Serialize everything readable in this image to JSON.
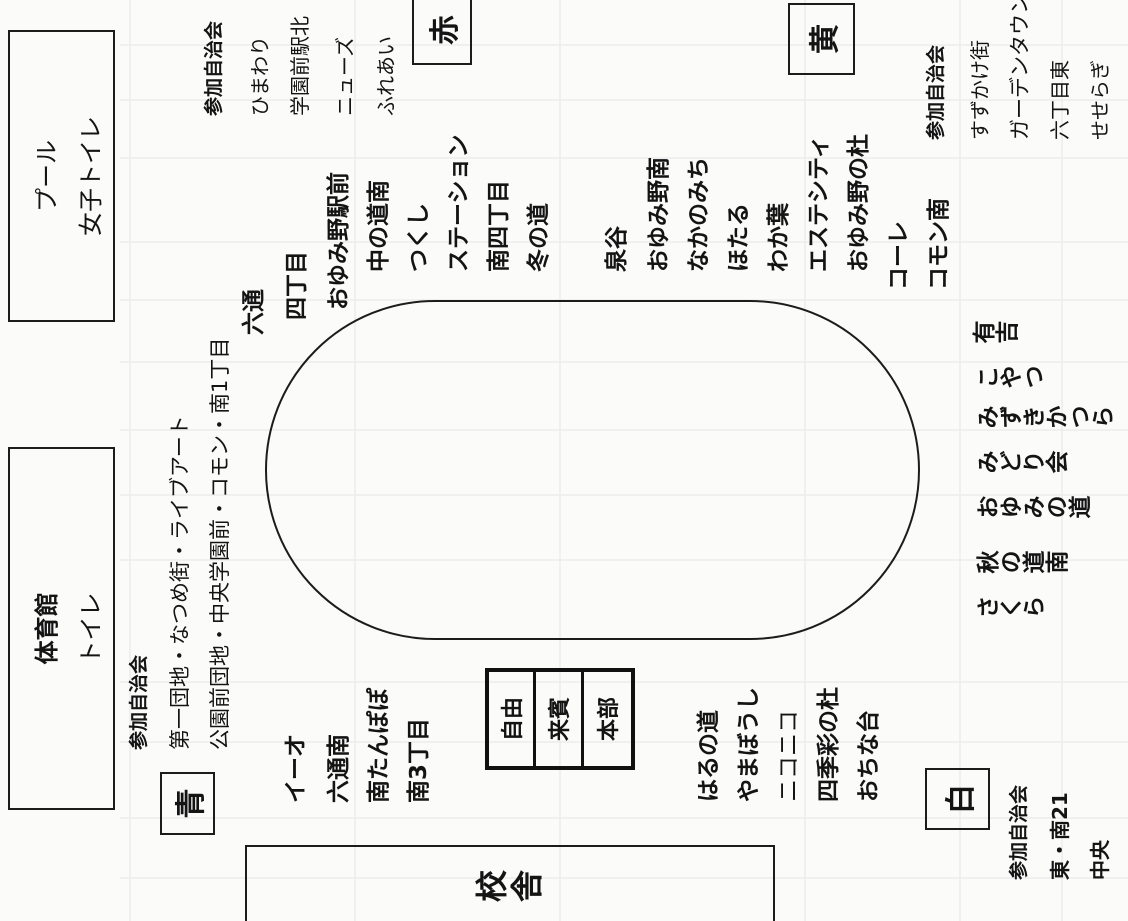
{
  "facilities": {
    "pool": {
      "line1": "プール",
      "line2": "女子トイレ"
    },
    "gym": {
      "line1": "体育館",
      "line2": "トイレ"
    },
    "school": "校舎",
    "tent": {
      "free": "自由",
      "guests": "来賓",
      "headquarters": "本部"
    }
  },
  "team_labels": {
    "red": "赤",
    "yellow": "黄",
    "blue": "青",
    "white": "白"
  },
  "participants": {
    "red": {
      "heading": "参加自治会",
      "names": [
        "ひまわり",
        "学園前駅北",
        "ニューズ",
        "ふれあい"
      ]
    },
    "yellow": {
      "heading": "参加自治会",
      "names": [
        "すずかけ街",
        "ガーデンタウン",
        "六丁目東",
        "せせらぎ"
      ]
    },
    "blue": {
      "heading": "参加自治会",
      "names": [
        "第一団地・なつめ街・ライブアート",
        "公園前団地・中央学園前・コモン・南1丁目"
      ]
    },
    "white": {
      "heading": "参加自治会",
      "names": [
        "東・南21",
        "中央"
      ]
    }
  },
  "seating": {
    "red_curve": [
      "六通",
      "四丁目",
      "おゆみ野駅前"
    ],
    "red": [
      "中の道南",
      "つくし",
      "ステーション",
      "南四丁目",
      "冬の道"
    ],
    "yellow": [
      "泉谷",
      "おゆみ野南",
      "なかのみち",
      "ほたる",
      "わか葉",
      "エステシティ",
      "おゆみ野の杜"
    ],
    "yellow_lower": [
      "コーレ",
      "コモン南"
    ],
    "blue": [
      "イーオ",
      "六通南",
      "南たんぽぽ",
      "南3丁目"
    ],
    "center": [
      "はるの道",
      "やまぼうし",
      "ニコニコ",
      "四季彩の杜",
      "おちな台"
    ],
    "white_columns": [
      "有吉",
      "こやつ",
      "みずきかつら",
      "みどり会",
      "おゆみの道",
      "秋の道南",
      "さくら"
    ]
  }
}
